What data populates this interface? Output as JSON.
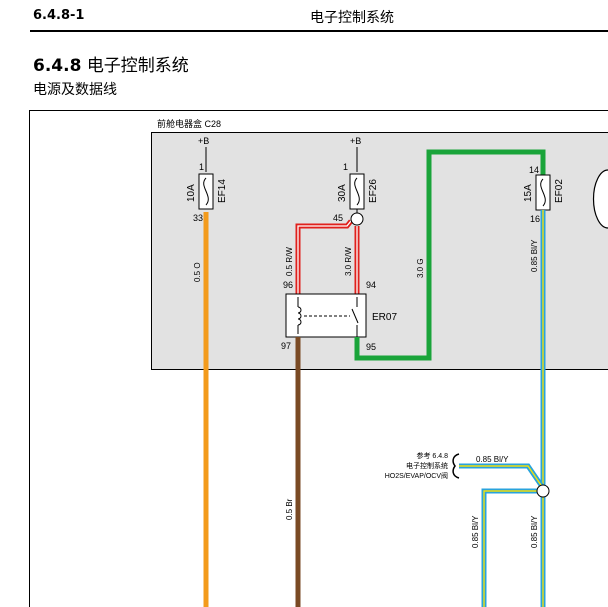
{
  "header": {
    "code": "6.4.8-1",
    "title": "电子控制系统"
  },
  "section": {
    "number": "6.4.8",
    "title": "电子控制系统",
    "subtitle": "电源及数据线"
  },
  "diagram": {
    "box_label": "前舱电器盒 C28",
    "fuses": [
      {
        "id": "EF14",
        "rating": "10A",
        "supply": "+B",
        "pin_in": "1",
        "pin_out": "33"
      },
      {
        "id": "EF26",
        "rating": "30A",
        "supply": "+B",
        "pin_in": "1",
        "pin_out": "45"
      },
      {
        "id": "EF02",
        "rating": "15A",
        "pin_in": "14",
        "pin_out": "16"
      }
    ],
    "relay": {
      "id": "ER07",
      "pins": [
        "96",
        "94",
        "97",
        "95"
      ]
    },
    "wires": {
      "orange": "0.5 O",
      "red_white_1": "0.5 R/W",
      "red_white_2": "3.0 R/W",
      "green": "3.0 G",
      "blue_yellow_main": "0.85 Bl/Y",
      "blue_yellow_ref": "0.85 Bl/Y",
      "blue_yellow_left": "0.85 Bl/Y",
      "blue_yellow_right": "0.85 Bl/Y",
      "brown": "0.5 Br"
    },
    "reference": {
      "line1": "参考 6.4.8",
      "line2": "电子控制系统",
      "line3": "HO2S/EVAP/OCV阀"
    },
    "colors": {
      "orange": "#f39b1c",
      "red": "#e0201c",
      "green": "#1aa43a",
      "blue": "#29a3dc",
      "yellow": "#f0e010",
      "brown": "#7a4a24",
      "box_fill": "#e2e2e2"
    }
  }
}
